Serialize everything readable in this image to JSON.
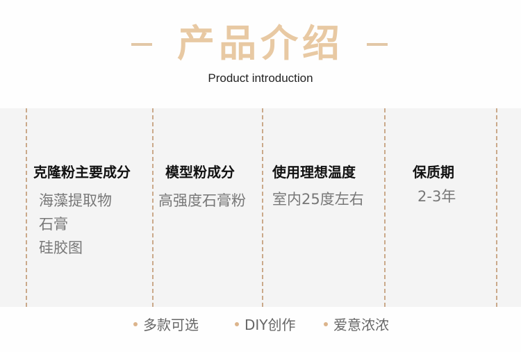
{
  "header": {
    "title": "产品介绍",
    "subtitle": "Product introduction",
    "accent_color": "#e8c9a3"
  },
  "columns": [
    {
      "heading": "克隆粉主要成分",
      "values": [
        "海藻提取物",
        "石膏",
        "硅胶图"
      ]
    },
    {
      "heading": "模型粉成分",
      "values": [
        "高强度石膏粉"
      ]
    },
    {
      "heading": "使用理想温度",
      "values": [
        "室内25度左右"
      ]
    },
    {
      "heading": "保质期",
      "values": [
        "2-3年"
      ]
    }
  ],
  "tags": [
    "多款可选",
    "DIY创作",
    "爱意浓浓"
  ]
}
